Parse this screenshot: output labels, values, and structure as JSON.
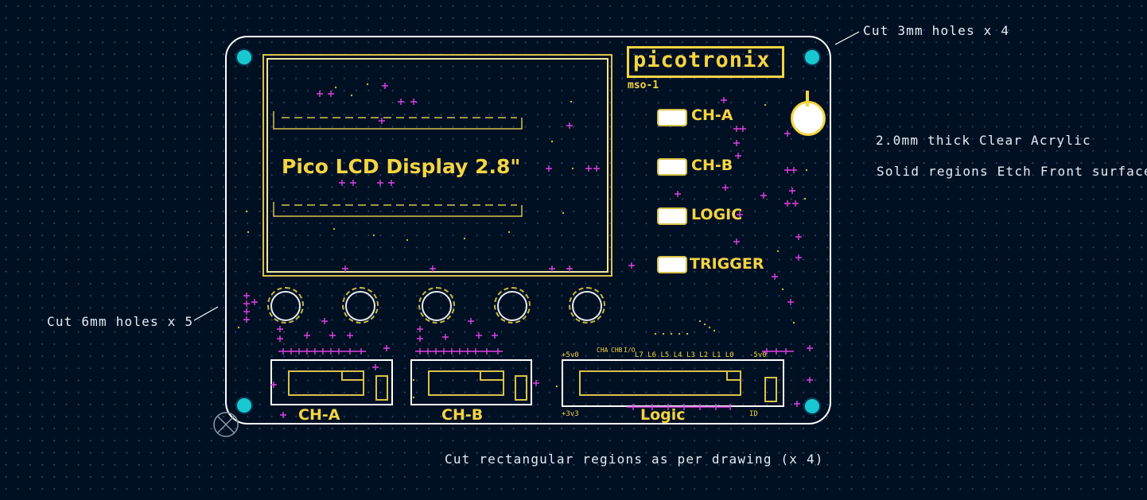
{
  "annotations": {
    "holes_3mm": "Cut 3mm holes x 4",
    "holes_6mm": "Cut 6mm holes x 5",
    "acrylic": "2.0mm thick Clear Acrylic",
    "etch": "Solid regions Etch Front surface",
    "rect_regions": "Cut rectangular regions as per drawing (x 4)"
  },
  "board": {
    "brand": "picotronix",
    "model": "mso-1",
    "lcd_label": "Pico LCD Display 2.8\"",
    "indicators": [
      {
        "label": "CH-A"
      },
      {
        "label": "CH-B"
      },
      {
        "label": "LOGIC"
      },
      {
        "label": "TRIGGER"
      }
    ],
    "connectors": [
      {
        "label": "CH-A"
      },
      {
        "label": "CH-B"
      },
      {
        "label": "Logic"
      }
    ],
    "logic_pins": {
      "top_left": "+5v0",
      "cha": "CHA",
      "chb": "CHB",
      "io": "I/O",
      "pins": "L7 L6 L5 L4 L3 L2 L1 L0",
      "top_right": "-5v0",
      "bottom_left": "+3v3",
      "bottom_right": "ID"
    }
  },
  "colors": {
    "background": "#001023",
    "outline": "#ffffff",
    "silkscreen": "#f5d442",
    "hole": "#18c8d0",
    "marker": "#e040e0"
  }
}
